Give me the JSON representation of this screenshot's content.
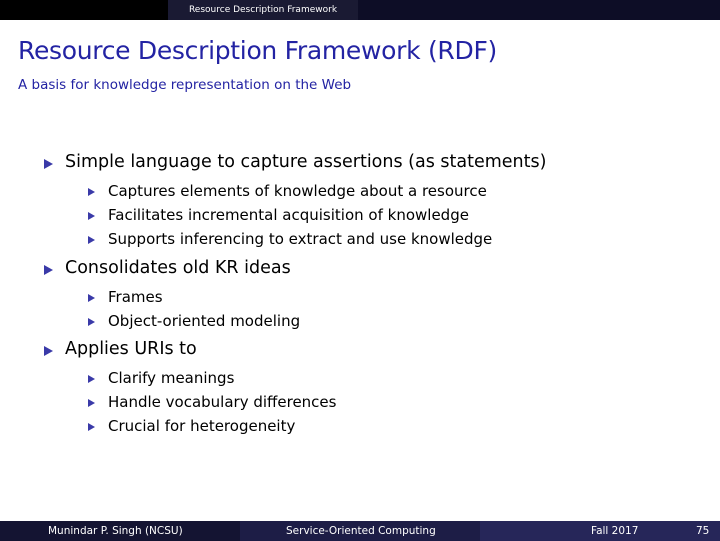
{
  "header": {
    "section": "Resource Description Framework"
  },
  "slide": {
    "title": "Resource Description Framework (RDF)",
    "subtitle": "A basis for knowledge representation on the Web"
  },
  "bullets": [
    {
      "text": "Simple language to capture assertions (as statements)",
      "sub": [
        "Captures elements of knowledge about a resource",
        "Facilitates incremental acquisition of knowledge",
        "Supports inferencing to extract and use knowledge"
      ]
    },
    {
      "text": "Consolidates old KR ideas",
      "sub": [
        "Frames",
        "Object-oriented modeling"
      ]
    },
    {
      "text": "Applies URIs to",
      "sub": [
        "Clarify meanings",
        "Handle vocabulary differences",
        "Crucial for heterogeneity"
      ]
    }
  ],
  "footer": {
    "author": "Munindar P. Singh  (NCSU)",
    "course": "Service-Oriented Computing",
    "term": "Fall 2017",
    "page": "75"
  },
  "colors": {
    "title": "#2323a3",
    "bullet": "#3a3aa8",
    "bar_dark": "#000000"
  }
}
